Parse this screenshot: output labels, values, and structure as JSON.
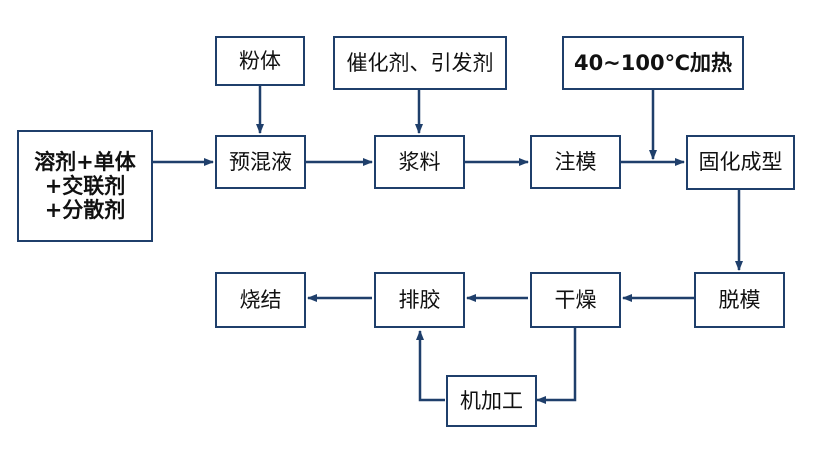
{
  "colors": {
    "border": "#1f3f6b",
    "arrow": "#1f3f6b",
    "background": "#ffffff",
    "text": "#111111"
  },
  "nodes": {
    "powder": "粉体",
    "catalyst_initiator": "催化剂、引发剂",
    "heating": "40~100℃加热",
    "solvent_monomer": "溶剂+单体\n+交联剂\n+分散剂",
    "premix": "预混液",
    "slurry": "浆料",
    "injection": "注模",
    "curing": "固化成型",
    "demolding": "脱模",
    "drying": "干燥",
    "debinding": "排胶",
    "sintering": "烧结",
    "machining": "机加工"
  }
}
